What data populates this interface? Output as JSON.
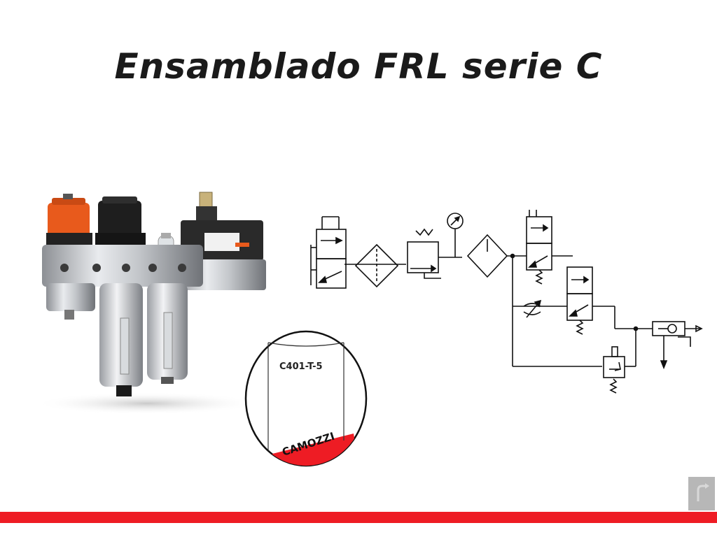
{
  "slide": {
    "title": "Ensamblado FRL serie C"
  },
  "label_tag": {
    "code": "C401-T-5",
    "brand": "CAMOZZI"
  },
  "colors": {
    "accent_red": "#ee1c24",
    "nav_button": "#b7b7b7",
    "orange_knob": "#e85a1c"
  },
  "icons": {
    "nav": "return-arrow-icon"
  }
}
